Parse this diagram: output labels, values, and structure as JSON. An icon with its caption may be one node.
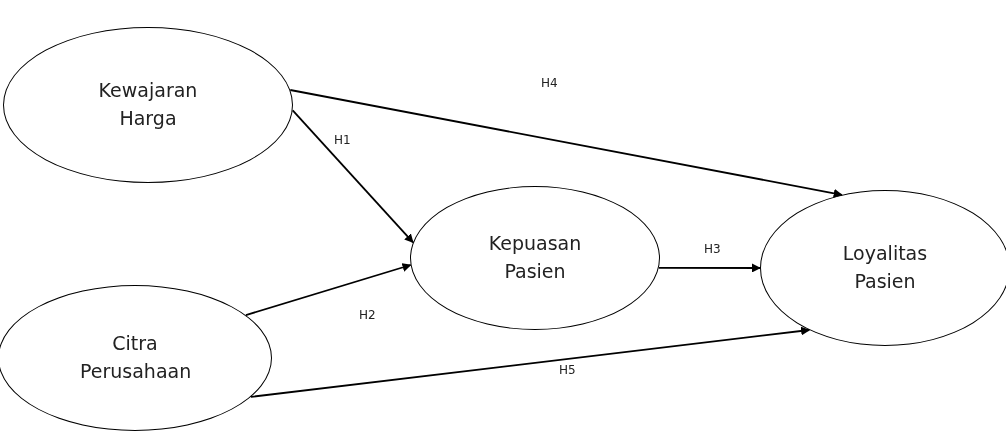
{
  "diagram": {
    "nodes": [
      {
        "text": [
          "Kewajaran Harga"
        ]
      },
      {
        "text": [
          "Citra Perusahaan"
        ]
      },
      {
        "text": [
          "Kepuasan Pasien"
        ]
      },
      {
        "text": [
          "Loyalitas Pasien"
        ]
      }
    ],
    "edges": [
      {
        "from": 0,
        "to": 2,
        "arrow": "to",
        "label": "H1"
      },
      {
        "from": 1,
        "to": 2,
        "arrow": "to",
        "label": "H2"
      },
      {
        "from": 2,
        "to": 3,
        "arrow": "to",
        "label": "H3"
      },
      {
        "from": 0,
        "to": 3,
        "arrow": "to",
        "label": "H4"
      },
      {
        "from": 1,
        "to": 3,
        "arrow": "to",
        "label": "H5"
      }
    ]
  }
}
